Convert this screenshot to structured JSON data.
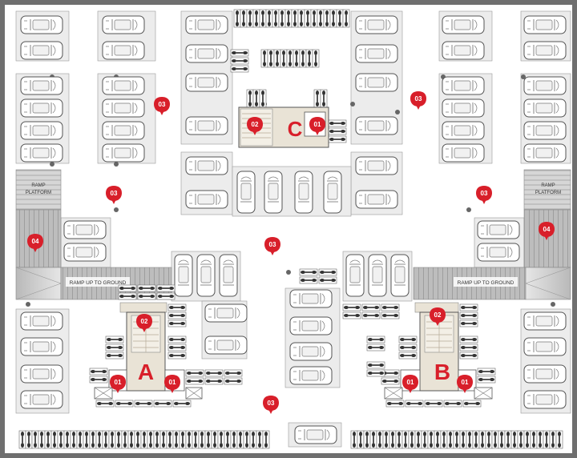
{
  "plan": {
    "colors": {
      "floor": "#eaeaea",
      "road": "#ffffff",
      "line": "#7a7a7a",
      "core": "#eee8dc",
      "marker": "#d81f2a",
      "ramp_grey": "#a8a8a8",
      "ramp_light": "#d4d4d4"
    },
    "cores": [
      {
        "name": "core-c",
        "letter": "C"
      },
      {
        "name": "core-a",
        "letter": "A"
      },
      {
        "name": "core-b",
        "letter": "B"
      }
    ],
    "ramp_platform_left": {
      "line1": "RAMP",
      "line2": "PLATFORM"
    },
    "ramp_platform_right": {
      "line1": "RAMP",
      "line2": "PLATFORM"
    },
    "ramp_left": {
      "label": "RAMP UP TO GROUND"
    },
    "ramp_right": {
      "label": "RAMP UP TO GROUND"
    },
    "markers": {
      "c_01": "01",
      "c_02": "02",
      "a_01_left": "01",
      "a_01_right": "01",
      "a_02": "02",
      "b_01_left": "01",
      "b_01_right": "01",
      "b_02": "02",
      "m03_top_left": "03",
      "m03_top_right": "03",
      "m03_mid_left": "03",
      "m03_mid_right": "03",
      "m03_center": "03",
      "m03_bottom": "03",
      "m04_left": "04",
      "m04_right": "04"
    }
  }
}
